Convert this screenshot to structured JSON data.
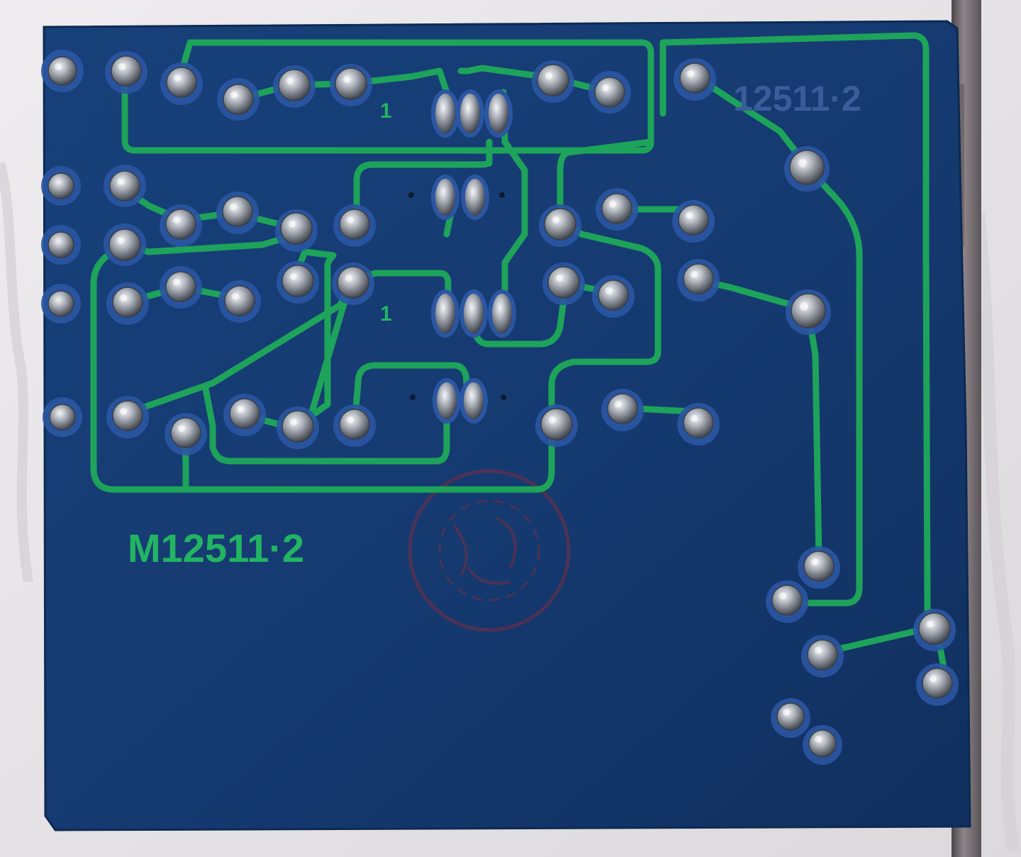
{
  "board": {
    "part_number_main": "M12511·2",
    "part_number_corner": "12511·2",
    "pin1_marker_a": "1",
    "pin1_marker_b": "1"
  },
  "colors": {
    "background_cloth": "#e9e7ea",
    "board_blue": "#14386b",
    "board_edge": "#0f2d58",
    "trace_green": "#1ea35a",
    "pad_solder": "#a9adb4",
    "pad_highlight": "#f2f3f5",
    "stamp_red": "#6b2a3b",
    "bracket_metal": "#7a7276",
    "silk_text_green": "#22b463",
    "silk_text_blue": "#3a5d9a"
  }
}
